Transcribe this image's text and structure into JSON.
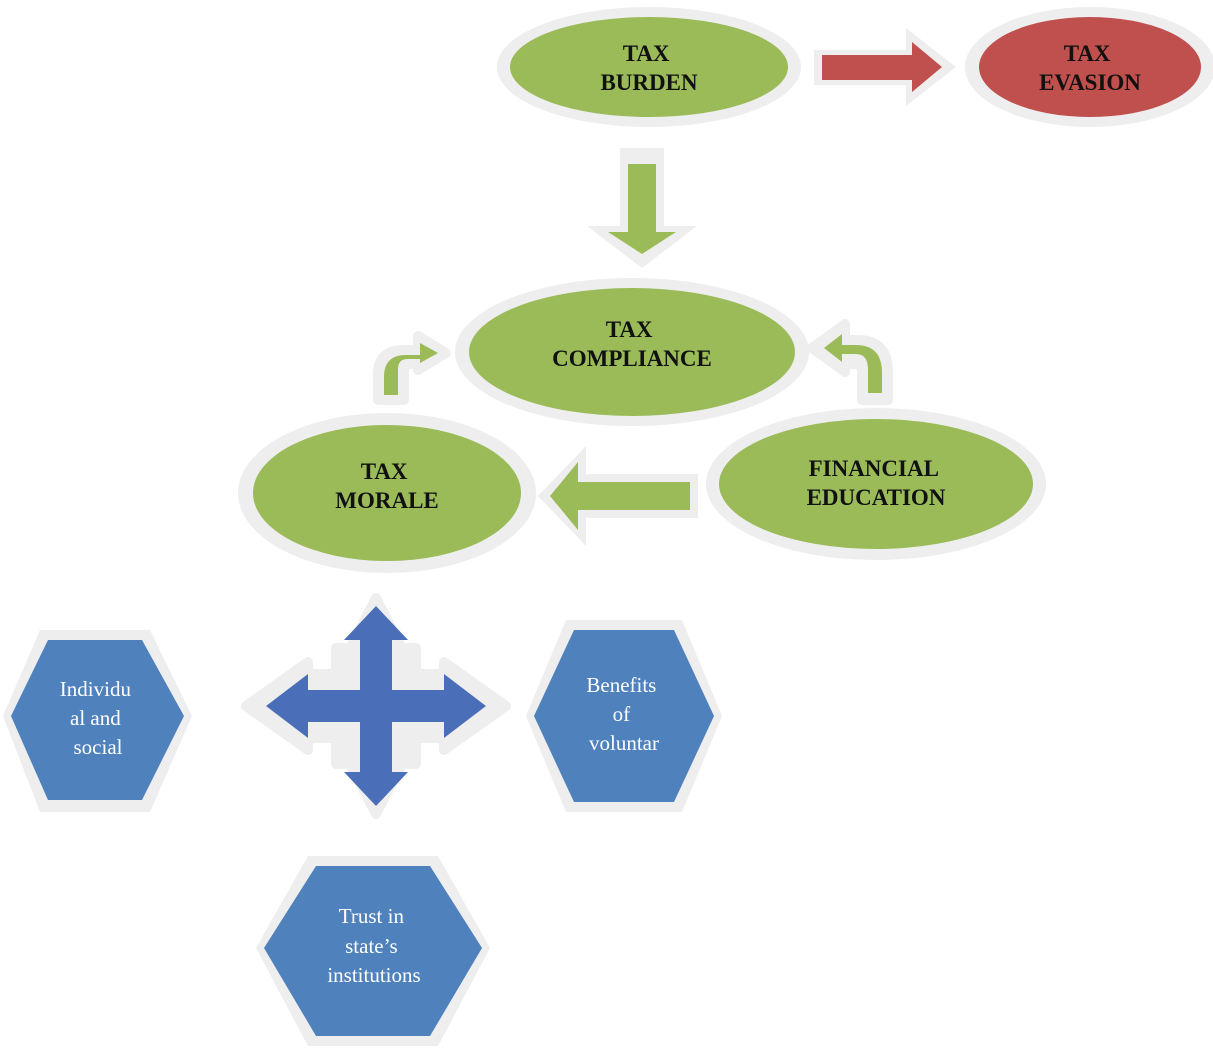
{
  "colors": {
    "green": "#9bbb59",
    "red": "#c0504d",
    "blue": "#4f81bd",
    "blue_arrow": "#4a6fb8",
    "halo": "#eeeeee"
  },
  "nodes": {
    "tax_burden": [
      "TAX",
      "BURDEN"
    ],
    "tax_evasion": [
      "TAX",
      "EVASION"
    ],
    "tax_compliance": [
      "TAX",
      "COMPLIANCE"
    ],
    "tax_morale": [
      "TAX",
      "MORALE"
    ],
    "financial_education": [
      "FINANCIAL",
      "EDUCATION"
    ]
  },
  "factors": {
    "individual_social": [
      "Individu",
      "al and",
      "social"
    ],
    "benefits": [
      "Benefits",
      "of",
      "voluntar"
    ],
    "trust": [
      "Trust in",
      "state’s",
      "institutions"
    ]
  }
}
